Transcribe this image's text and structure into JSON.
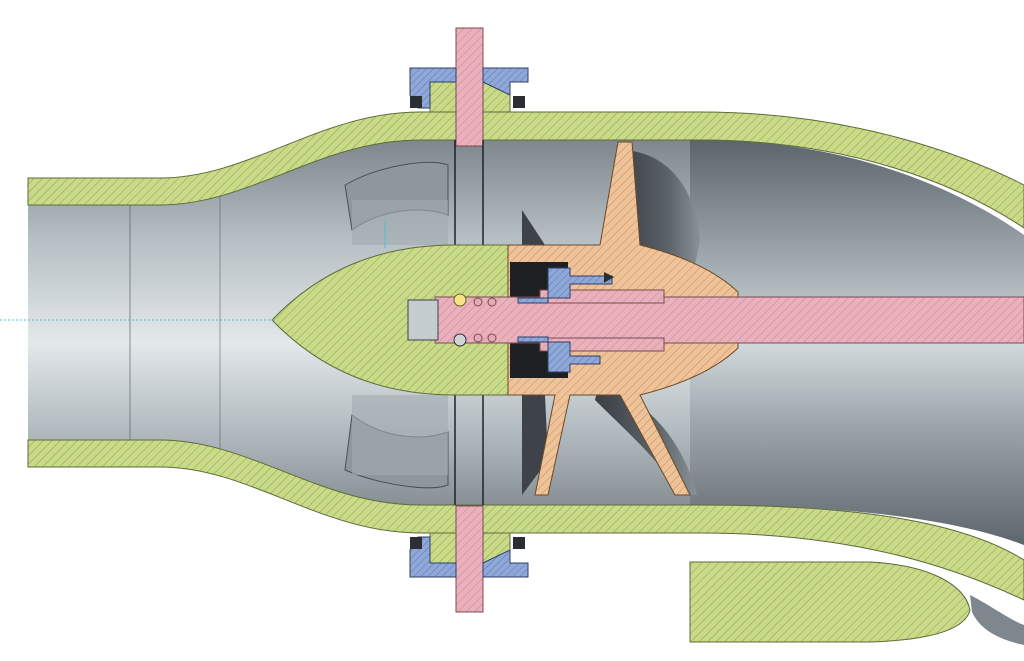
{
  "view": {
    "kind": "cad-section-view",
    "background": "#ffffff"
  },
  "materials": {
    "housing": {
      "fill": "#c9db88",
      "hatch": "#8aa04a",
      "stroke": "#5e6b3a"
    },
    "impeller": {
      "fill": "#efc39a",
      "hatch": "#c48a5a",
      "stroke": "#6b4a2a"
    },
    "shaft": {
      "fill": "#eab1bd",
      "hatch": "#c98593",
      "stroke": "#7a4a55"
    },
    "fastener": {
      "fill": "#8fa8d8",
      "hatch": "#5d77b0",
      "stroke": "#2f3f66"
    },
    "bore_shade_dark": "#6f7a80",
    "bore_shade_mid": "#aeb8bd",
    "bore_shade_light": "#dfe5e8",
    "centerline": "#3fc7c7"
  },
  "parts": [
    {
      "id": "intake-housing",
      "material": "housing"
    },
    {
      "id": "stator-nose-cone",
      "material": "housing"
    },
    {
      "id": "impeller-hub",
      "material": "impeller"
    },
    {
      "id": "drive-shaft",
      "material": "shaft"
    },
    {
      "id": "flange-bolts",
      "material": "shaft"
    },
    {
      "id": "flange-clamps",
      "material": "fastener"
    },
    {
      "id": "nozzle-lip",
      "material": "housing"
    }
  ]
}
